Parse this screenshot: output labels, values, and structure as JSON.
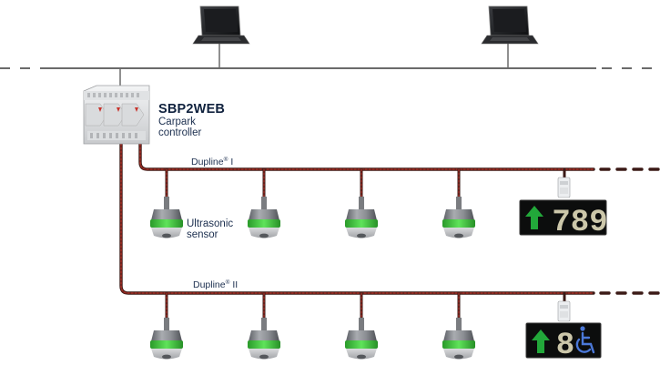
{
  "controller": {
    "name": "SBP2WEB",
    "subtitle_line1": "Carpark",
    "subtitle_line2": "controller"
  },
  "bus1": {
    "name": "Dupline",
    "reg": "®",
    "suffix": " I"
  },
  "bus2": {
    "name": "Dupline",
    "reg": "®",
    "suffix": " II"
  },
  "sensor_label": {
    "line1": "Ultrasonic",
    "line2": "sensor"
  },
  "display1": {
    "digits": "789"
  },
  "display2": {
    "digits": "8"
  },
  "colors": {
    "cable_red": "#9a2a22",
    "cable_dark": "#3b1a16",
    "network_line": "#6b6b6b",
    "sensor_green": "#3ec93a",
    "arrow_green": "#22a83a",
    "digit_color": "#ccc7aa",
    "wheelchair_blue": "#4b78d8",
    "text_navy": "#1c2f4f"
  },
  "icons": [
    "laptop-icon",
    "controller-icon",
    "ultrasonic-sensor-icon",
    "dupline-module-icon",
    "arrow-up-icon",
    "wheelchair-icon"
  ]
}
